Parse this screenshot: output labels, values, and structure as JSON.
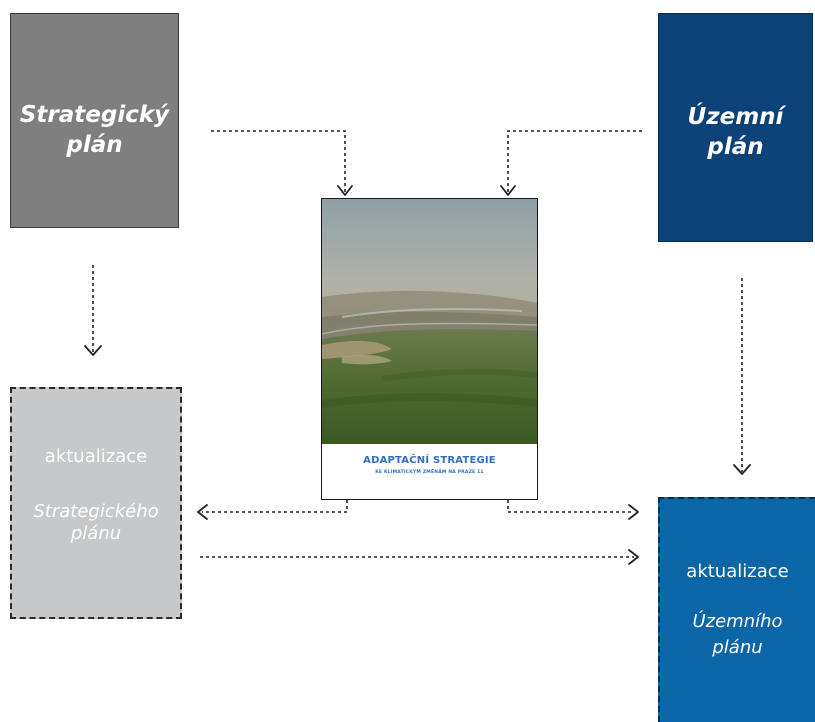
{
  "boxes": {
    "strategic_plan": {
      "line1": "Strategický",
      "line2": "plán"
    },
    "territorial_plan": {
      "line1": "Územní",
      "line2": "plán"
    },
    "update_strategic": {
      "line1": "aktualizace",
      "line2": "Strategického",
      "line3": "plánu"
    },
    "update_territorial": {
      "line1": "aktualizace",
      "line2": "Územního",
      "line3": "plánu"
    }
  },
  "cover": {
    "title": "ADAPTAČNÍ STRATEGIE",
    "subtitle": "KE KLIMATICKÝM ZMĚNÁM NA PRAZE 11"
  },
  "colors": {
    "strategic_plan": "#7f7f80",
    "territorial_plan": "#0d4279",
    "update_strategic": "#c7c8ca",
    "update_territorial": "#0b66a8",
    "cover_title": "#2f6fc4"
  }
}
